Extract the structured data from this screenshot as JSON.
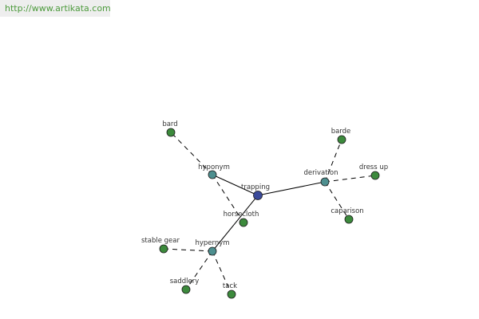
{
  "watermark": {
    "text": "http://www.artikata.com"
  },
  "colors": {
    "center": "#3a4a9a",
    "relation": "#4d8f8f",
    "leaf": "#3c8a3c",
    "watermark_text": "#4c9a3c",
    "watermark_bg": "#eeeeee"
  },
  "graph": {
    "nodes": [
      {
        "id": "trapping",
        "label": "trapping",
        "kind": "center"
      },
      {
        "id": "hyponym",
        "label": "hyponym",
        "kind": "relation"
      },
      {
        "id": "derivation",
        "label": "derivation",
        "kind": "relation"
      },
      {
        "id": "hypernym",
        "label": "hypernym",
        "kind": "relation"
      },
      {
        "id": "bard",
        "label": "bard",
        "kind": "leaf"
      },
      {
        "id": "horsecloth",
        "label": "horsecloth",
        "kind": "leaf"
      },
      {
        "id": "barde",
        "label": "barde",
        "kind": "leaf"
      },
      {
        "id": "dress-up",
        "label": "dress up",
        "kind": "leaf"
      },
      {
        "id": "caparison",
        "label": "caparison",
        "kind": "leaf"
      },
      {
        "id": "stable-gear",
        "label": "stable gear",
        "kind": "leaf"
      },
      {
        "id": "saddlery",
        "label": "saddlery",
        "kind": "leaf"
      },
      {
        "id": "tack",
        "label": "tack",
        "kind": "leaf"
      }
    ],
    "edges": [
      {
        "from": "trapping",
        "to": "hyponym",
        "style": "solid"
      },
      {
        "from": "trapping",
        "to": "derivation",
        "style": "solid"
      },
      {
        "from": "trapping",
        "to": "hypernym",
        "style": "solid"
      },
      {
        "from": "hyponym",
        "to": "bard",
        "style": "dashed"
      },
      {
        "from": "hyponym",
        "to": "horsecloth",
        "style": "dashed"
      },
      {
        "from": "derivation",
        "to": "barde",
        "style": "dashed"
      },
      {
        "from": "derivation",
        "to": "dress-up",
        "style": "dashed"
      },
      {
        "from": "derivation",
        "to": "caparison",
        "style": "dashed"
      },
      {
        "from": "hypernym",
        "to": "stable-gear",
        "style": "dashed"
      },
      {
        "from": "hypernym",
        "to": "saddlery",
        "style": "dashed"
      },
      {
        "from": "hypernym",
        "to": "tack",
        "style": "dashed"
      }
    ]
  }
}
